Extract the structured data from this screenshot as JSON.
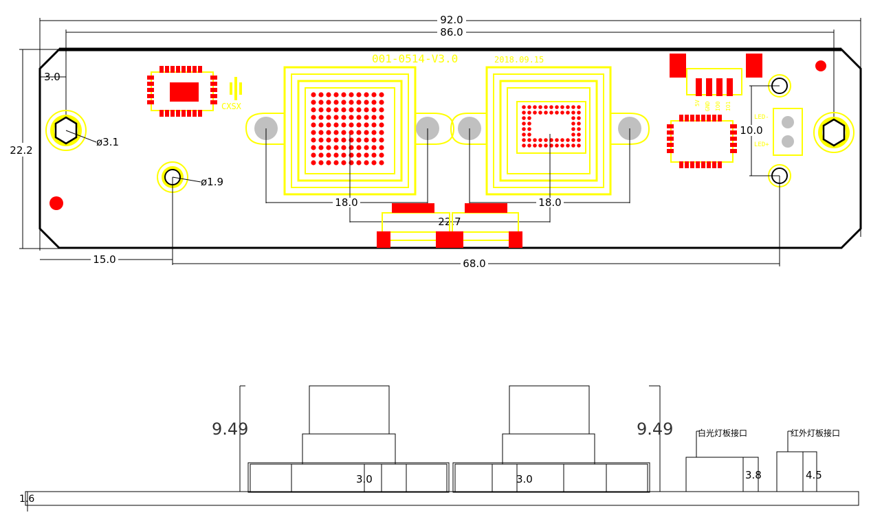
{
  "top_view": {
    "dimensions": {
      "total_length": "92.0",
      "hole_span": "86.0",
      "edge_offset": "3.0",
      "height": "22.2",
      "mount_hole_dia": "ø3.1",
      "small_hole_dia": "ø1.9",
      "lens_left": "18.0",
      "lens_right": "18.0",
      "lens_center_gap": "22.7",
      "connector_gap": "10.0",
      "small_hole_offset": "15.0",
      "small_hole_span": "68.0"
    },
    "silkscreen": {
      "board_id": "001-0514-V3.0",
      "date": "2018.09.15",
      "brand": "CXSX",
      "pins": [
        "5V",
        "GND",
        "IO0",
        "IO1"
      ],
      "led_labels": [
        "LED-",
        "LED+"
      ]
    }
  },
  "side_view": {
    "left_height": "9.49",
    "right_height": "9.49",
    "left_module_height": "3.0",
    "right_module_height": "3.0",
    "white_light_connector": "白光灯板接口",
    "white_light_height": "3.8",
    "ir_light_connector": "红外灯板接口",
    "ir_light_height": "4.5",
    "board_thickness": "1.6"
  },
  "colors": {
    "silk": "#ffff00",
    "pad": "#ff0000",
    "via": "#c0c0c0",
    "outline": "#000000"
  }
}
